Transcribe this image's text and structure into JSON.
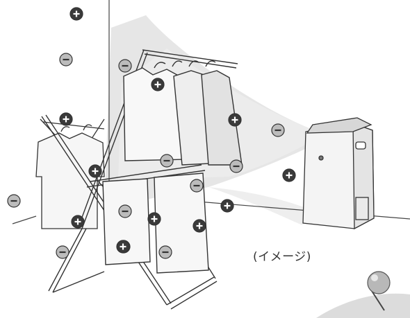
{
  "caption": "(イメージ)",
  "colors": {
    "background": "#ffffff",
    "airflow": "#e2e2e2",
    "floor_corner": "#d8d8d8",
    "ion_plus": "#3a3a3a",
    "ion_minus": "#bcbcbc",
    "line": "#333333"
  },
  "ions": [
    {
      "sign": "plus"
    },
    {
      "sign": "minus"
    },
    {
      "sign": "minus"
    },
    {
      "sign": "plus"
    },
    {
      "sign": "plus"
    },
    {
      "sign": "plus"
    },
    {
      "sign": "plus"
    },
    {
      "sign": "minus"
    },
    {
      "sign": "minus"
    },
    {
      "sign": "minus"
    },
    {
      "sign": "minus"
    },
    {
      "sign": "plus"
    },
    {
      "sign": "minus"
    },
    {
      "sign": "plus"
    },
    {
      "sign": "plus"
    },
    {
      "sign": "minus"
    },
    {
      "sign": "plus"
    },
    {
      "sign": "plus"
    },
    {
      "sign": "minus"
    },
    {
      "sign": "minus"
    },
    {
      "sign": "minus"
    },
    {
      "sign": "plus"
    }
  ]
}
